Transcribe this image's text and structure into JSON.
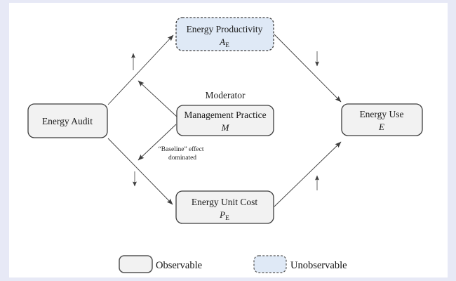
{
  "frame": {
    "color": "#e7e9f6",
    "canvas": "#ffffff"
  },
  "colors": {
    "observable_fill": "#f2f2f2",
    "unobservable_fill": "#dfe9f6",
    "stroke": "#3d3d3d"
  },
  "nodes": {
    "energy_audit": {
      "label": "Energy Audit"
    },
    "energy_productivity": {
      "label": "Energy Productivity",
      "symbol": "A",
      "subscript": "E"
    },
    "management_practice": {
      "role": "Moderator",
      "label": "Management Practice",
      "symbol": "M"
    },
    "energy_use": {
      "label": "Energy Use",
      "symbol": "E"
    },
    "energy_unit_cost": {
      "label": "Energy Unit Cost",
      "symbol": "P",
      "subscript": "E"
    }
  },
  "annotations": {
    "baseline_effect_line1": "“Baseline” effect",
    "baseline_effect_line2": "dominated",
    "effect_signs": {
      "audit_to_productivity": "up",
      "productivity_to_use": "down",
      "audit_to_unit_cost": "down",
      "unit_cost_to_use": "up"
    }
  },
  "legend": {
    "observable_label": "Observable",
    "unobservable_label": "Unobservable"
  }
}
